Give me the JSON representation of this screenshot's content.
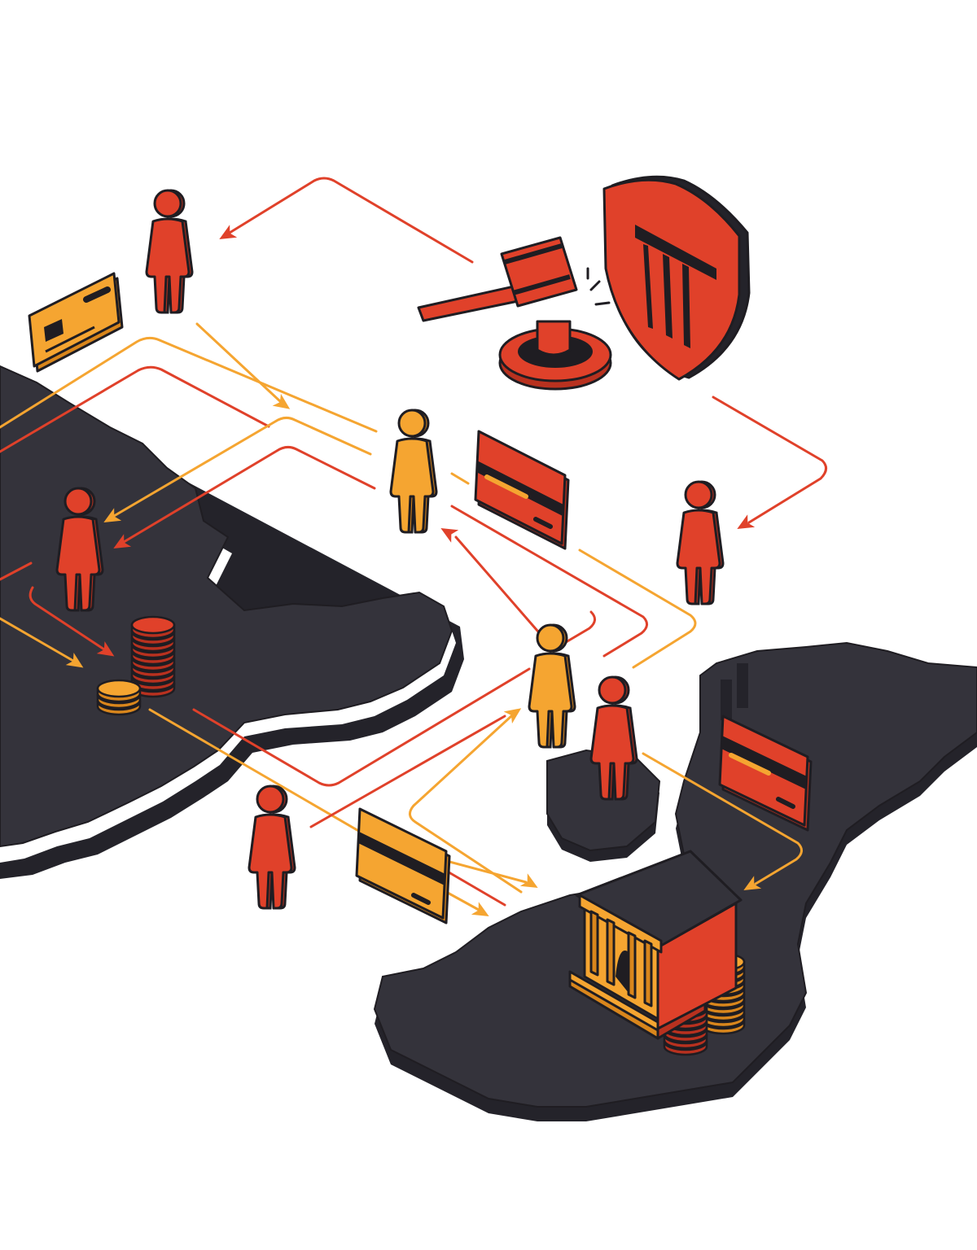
{
  "colors": {
    "background": "#ffffff",
    "land": "#34333b",
    "land_side": "#24232a",
    "outline": "#1f1d22",
    "red": "#e0412a",
    "red_dark": "#b8311f",
    "orange": "#f5a531",
    "orange_dark": "#d9861c"
  },
  "icons": {
    "person": "person-icon",
    "card": "credit-card-icon",
    "coins": "coin-stack-icon",
    "bank": "bank-building-icon",
    "gavel": "gavel-icon",
    "shield": "shield-pillar-icon",
    "arrow": "arrow-head-icon"
  },
  "people": [
    {
      "id": "top-left",
      "color": "red"
    },
    {
      "id": "center",
      "color": "orange"
    },
    {
      "id": "right",
      "color": "red"
    },
    {
      "id": "left-land",
      "color": "red"
    },
    {
      "id": "middle",
      "color": "orange"
    },
    {
      "id": "middle-red",
      "color": "red"
    },
    {
      "id": "bottom",
      "color": "red"
    }
  ],
  "cards": [
    {
      "id": "top-left",
      "color": "orange"
    },
    {
      "id": "center",
      "color": "red"
    },
    {
      "id": "right",
      "color": "red"
    },
    {
      "id": "bottom",
      "color": "orange"
    }
  ]
}
